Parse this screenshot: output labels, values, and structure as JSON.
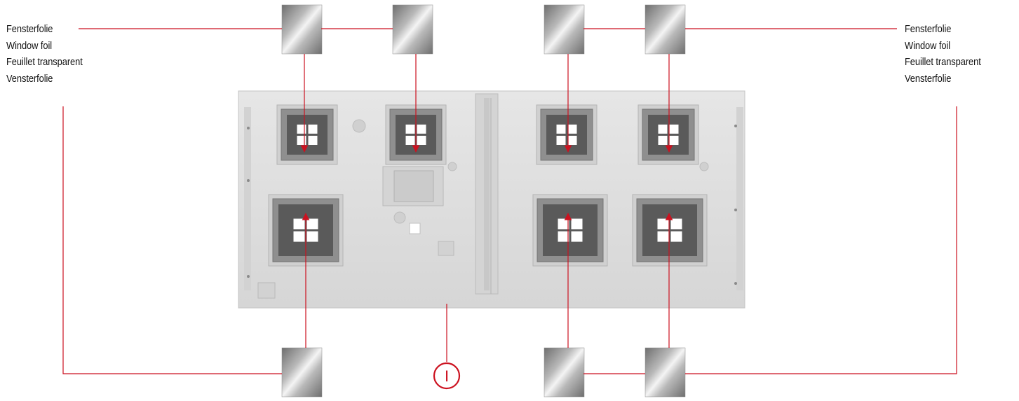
{
  "labels_left": {
    "line1": "Fensterfolie",
    "line2": "Window foil",
    "line3": "Feuillet transparent",
    "line4": "Vensterfolie"
  },
  "labels_right": {
    "line1": "Fensterfolie",
    "line2": "Window foil",
    "line3": "Feuillet transparent",
    "line4": "Vensterfolie"
  },
  "part_marker": "I",
  "colors": {
    "leader_line": "#cc1220",
    "wall_panel": "#dcdcdc",
    "window_frame": "#8f8f8f",
    "window_glass": "#ffffff"
  }
}
